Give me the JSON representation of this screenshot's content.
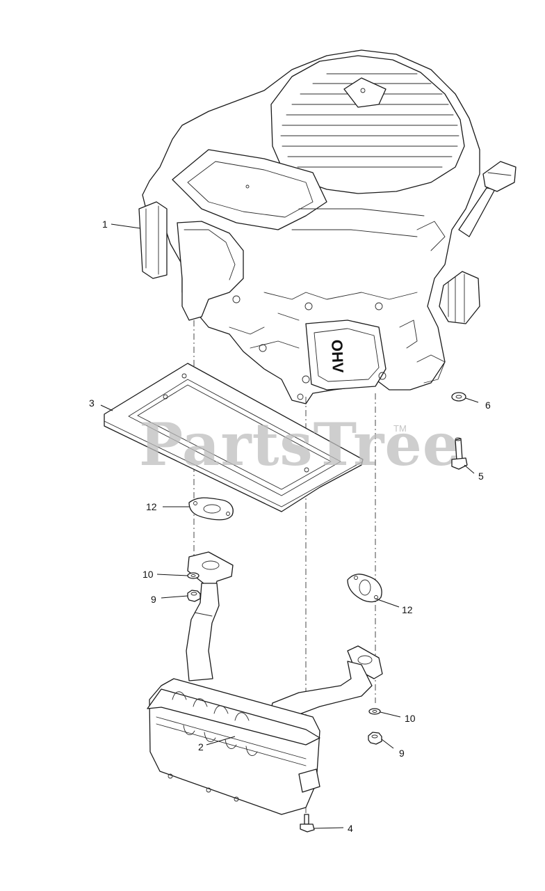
{
  "watermark": {
    "text": "PartsTree",
    "trademark": "TM"
  },
  "engine_marking": "OHV",
  "callouts": [
    {
      "id": "c1",
      "label": "1"
    },
    {
      "id": "c2",
      "label": "2"
    },
    {
      "id": "c3",
      "label": "3"
    },
    {
      "id": "c4",
      "label": "4"
    },
    {
      "id": "c5",
      "label": "5"
    },
    {
      "id": "c6",
      "label": "6"
    },
    {
      "id": "c9a",
      "label": "9"
    },
    {
      "id": "c9b",
      "label": "9"
    },
    {
      "id": "c10a",
      "label": "10"
    },
    {
      "id": "c10b",
      "label": "10"
    },
    {
      "id": "c12a",
      "label": "12"
    },
    {
      "id": "c12b",
      "label": "12"
    }
  ],
  "colors": {
    "line": "#1a1a1a",
    "watermark": "#bdbdbd",
    "background": "#ffffff"
  }
}
